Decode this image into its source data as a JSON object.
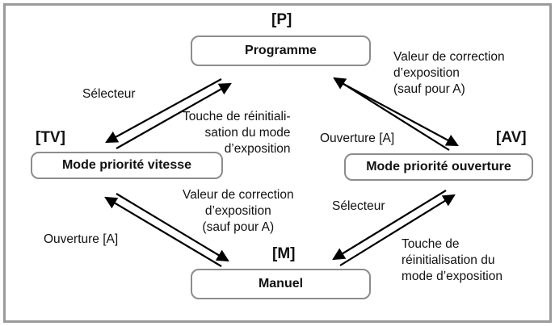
{
  "codes": {
    "p": "[P]",
    "tv": "[TV]",
    "av": "[AV]",
    "m": "[M]"
  },
  "modes": {
    "programme": "Programme",
    "vitesse": "Mode priorité vitesse",
    "ouverture": "Mode priorité ouverture",
    "manuel": "Manuel"
  },
  "labels": {
    "selecteur_top_left": "Sélecteur",
    "reset_top_left": [
      "Touche de réinitiali-",
      "sation du mode",
      "d’exposition"
    ],
    "correction_top_right": [
      "Valeur de correction",
      "d’exposition",
      "(sauf pour A)"
    ],
    "ouverture_top_right": "Ouverture [A]",
    "correction_bottom_left": [
      "Valeur de correction",
      "d’exposition",
      "(sauf pour A)"
    ],
    "ouverture_bottom_left": "Ouverture [A]",
    "selecteur_bottom_right": "Sélecteur",
    "reset_bottom_right": [
      "Touche de",
      "réinitialisation du",
      "mode d’exposition"
    ]
  }
}
